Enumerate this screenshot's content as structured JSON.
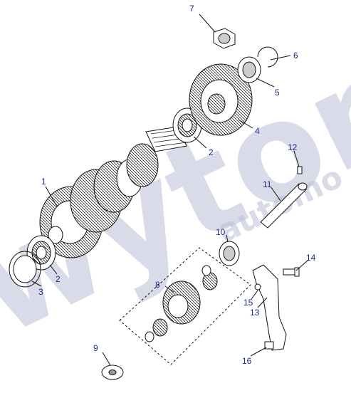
{
  "watermark": {
    "main": "wyton",
    "sub": "automo"
  },
  "colors": {
    "callout": "#1a2a8a",
    "watermark": "#b9bed6",
    "ink": "#111111"
  },
  "callouts": {
    "c1": "1",
    "c2a": "2",
    "c2b": "2",
    "c3": "3",
    "c4": "4",
    "c5": "5",
    "c6": "6",
    "c7": "7",
    "c8": "8",
    "c9": "9",
    "c10": "10",
    "c11": "11",
    "c12": "12",
    "c13": "13",
    "c14": "14",
    "c15": "15",
    "c16": "16"
  }
}
